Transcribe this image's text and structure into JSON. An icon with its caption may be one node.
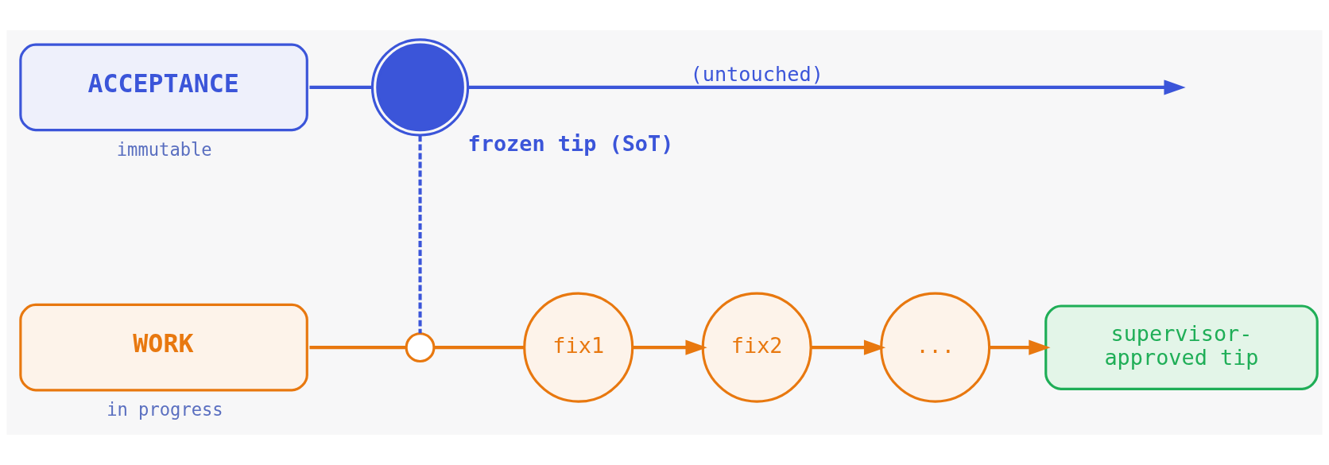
{
  "diagram": {
    "nodes": [
      {
        "text": [
          "ACCEPTANCE"
        ],
        "beside": [
          "immutable"
        ]
      },
      {
        "text": [],
        "shape": "circle",
        "beside": [
          "frozen tip (SoT)"
        ]
      },
      {
        "text": [
          "WORK"
        ],
        "beside": [
          "in progress"
        ]
      },
      {
        "text": [],
        "shape": "circle"
      },
      {
        "text": [
          "fix1"
        ]
      },
      {
        "text": [
          "fix2"
        ]
      },
      {
        "text": [
          "..."
        ]
      },
      {
        "text": [
          "supervisor- approved tip"
        ]
      }
    ],
    "edges": [
      {
        "from": 0,
        "to": 1,
        "arrow": "none",
        "color": "#3b55d9"
      },
      {
        "from": 1,
        "to": null,
        "arrow": "to",
        "label": "(untouched)",
        "color": "#3b55d9"
      },
      {
        "from": 1,
        "to": 3,
        "arrow": "none",
        "style": "dashed",
        "color": "#3b55d9"
      },
      {
        "from": 2,
        "to": 3,
        "arrow": "none"
      },
      {
        "from": 3,
        "to": 4,
        "arrow": "none"
      },
      {
        "from": 4,
        "to": 5,
        "arrow": "to"
      },
      {
        "from": 5,
        "to": 6,
        "arrow": "to"
      },
      {
        "from": 6,
        "to": 7,
        "arrow": "to"
      }
    ]
  }
}
